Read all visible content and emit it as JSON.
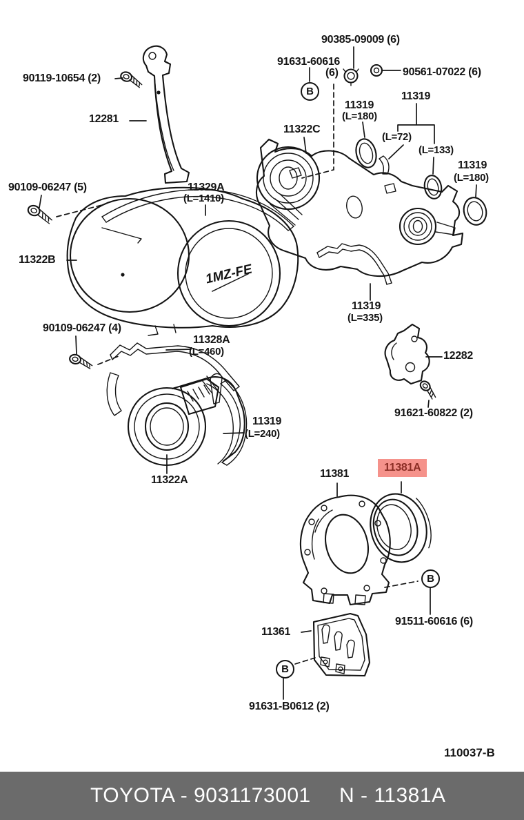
{
  "page": {
    "background": "#ffffff",
    "line_color": "#141414"
  },
  "drawing_number": "110037-B",
  "engine_logo": "1MZ-FE",
  "b_marker": "B",
  "highlight": {
    "text": "11381A",
    "bg": "#f5928b",
    "fg": "#8b2e25"
  },
  "labels": {
    "l90385": "90385-09009 (6)",
    "l91631_60616": "91631-60616",
    "l91631_60616_qty": "(6)",
    "l90561": "90561-07022 (6)",
    "l11319_a": "11319",
    "l11319_a_len": "(L=180)",
    "l11319_b": "11319",
    "l11319_b_len1": "(L=72)",
    "l11319_b_len2": "(L=133)",
    "l11319_c": "11319",
    "l11319_c_len": "(L=180)",
    "l90119": "90119-10654 (2)",
    "l12281": "12281",
    "l11322c": "11322C",
    "l11329a": "11329A",
    "l11329a_len": "(L=1410)",
    "l90109_5": "90109-06247 (5)",
    "l11322b": "11322B",
    "l11319_d": "11319",
    "l11319_d_len": "(L=335)",
    "l12282": "12282",
    "l91621": "91621-60822 (2)",
    "l90109_4": "90109-06247 (4)",
    "l11328a": "11328A",
    "l11328a_len": "(L=460)",
    "l11319_e": "11319",
    "l11319_e_len": "(L=240)",
    "l11322a": "11322A",
    "l11381": "11381",
    "l91511": "91511-60616 (6)",
    "l11361": "11361",
    "l91631_b0612": "91631-B0612 (2)"
  },
  "footer": {
    "brand_part": "TOYOTA - 9031173001",
    "figure_part": "N - 11381A",
    "bg": "#6b6b6b",
    "fg": "#ffffff"
  }
}
